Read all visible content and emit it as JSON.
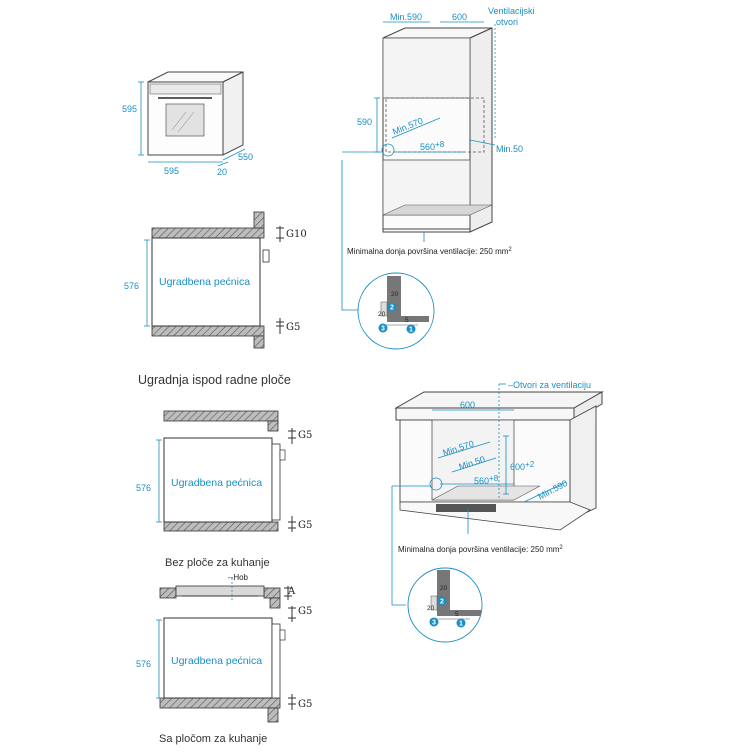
{
  "top_oven": {
    "h": "595",
    "w": "595",
    "d": "550",
    "f": "20"
  },
  "column": {
    "min590": "Min.590",
    "w600": "600",
    "vent1": "Ventilacijski",
    "vent2": "otvori",
    "h590": "590",
    "min570": "Min.570",
    "d560": "560",
    "d560sup": "+8",
    "min50": "Min.50",
    "note": "Minimalna donja površina ventilacije: 250 mm",
    "note_sup": "2"
  },
  "detail": {
    "n20a": "20",
    "n20b": "20",
    "n5": "5",
    "m1": "1",
    "m2": "2",
    "m3": "3"
  },
  "side1": {
    "g10": "G10",
    "g5": "G5",
    "h576": "576",
    "oven": "Ugradbena pećnica"
  },
  "heading": "Ugradnja ispod radne ploče",
  "side2": {
    "g5a": "G5",
    "g5b": "G5",
    "h576": "576",
    "oven": "Ugradbena pećnica",
    "caption": "Bez ploče za kuhanje"
  },
  "side3": {
    "hob": "Hob",
    "a": "A",
    "g5a": "G5",
    "g5b": "G5",
    "h576": "576",
    "oven": "Ugradbena pećnica",
    "caption": "Sa pločom za kuhanje"
  },
  "counter": {
    "vent": "Otvori za ventilaciju",
    "w600": "600",
    "min570": "Min.570",
    "min50": "Min.50",
    "h600": "600",
    "h600sup": "+2",
    "d560": "560",
    "d560sup": "+8",
    "min590": "Min.590",
    "note": "Minimalna donja površina ventilacije: 250 mm",
    "note_sup": "2"
  },
  "detail2": {
    "n20a": "20",
    "n20b": "20",
    "n5": "5",
    "m1": "1",
    "m2": "2",
    "m3": "3"
  }
}
